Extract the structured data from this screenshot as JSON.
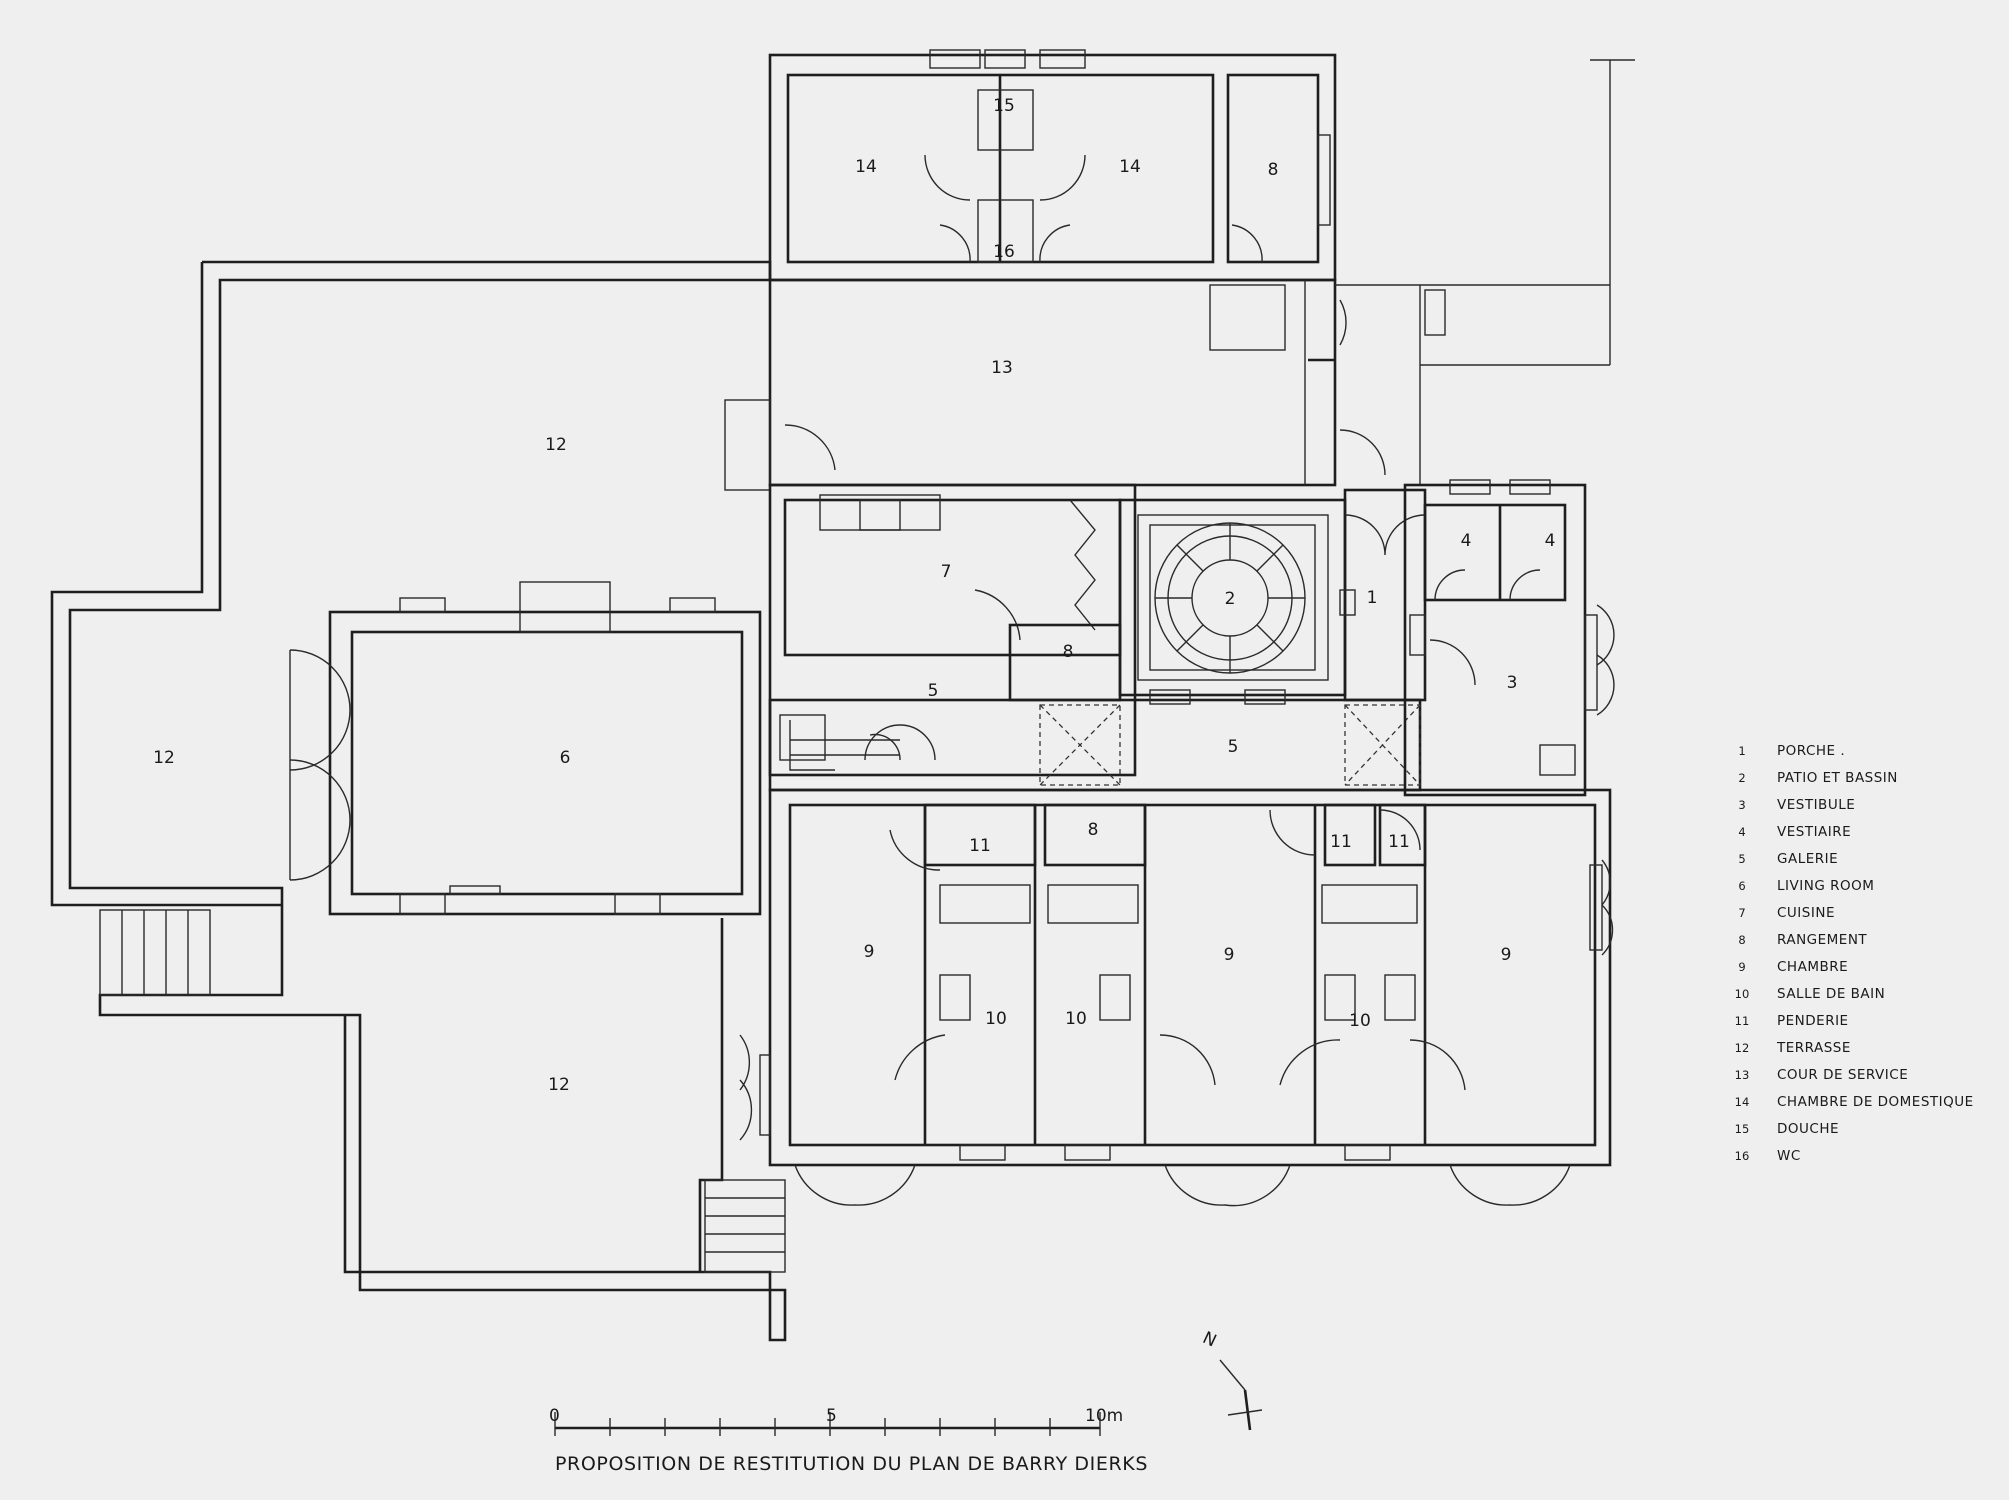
{
  "rooms": {
    "r1": "1",
    "r2": "2",
    "r3": "3",
    "r4a": "4",
    "r4b": "4",
    "r5a": "5",
    "r5b": "5",
    "r6": "6",
    "r7": "7",
    "r8a": "8",
    "r8b": "8",
    "r8c": "8",
    "r9a": "9",
    "r9b": "9",
    "r9c": "9",
    "r10a": "10",
    "r10b": "10",
    "r10c": "10",
    "r11a": "11",
    "r11b": "11",
    "r11c": "11",
    "r12a": "12",
    "r12b": "12",
    "r12c": "12",
    "r13": "13",
    "r14a": "14",
    "r14b": "14",
    "r15": "15",
    "r16": "16"
  },
  "legend": [
    {
      "num": "1",
      "label": "PORCHE ."
    },
    {
      "num": "2",
      "label": "PATIO ET BASSIN"
    },
    {
      "num": "3",
      "label": "VESTIBULE"
    },
    {
      "num": "4",
      "label": "VESTIAIRE"
    },
    {
      "num": "5",
      "label": "GALERIE"
    },
    {
      "num": "6",
      "label": "LIVING ROOM"
    },
    {
      "num": "7",
      "label": "CUISINE"
    },
    {
      "num": "8",
      "label": "RANGEMENT"
    },
    {
      "num": "9",
      "label": "CHAMBRE"
    },
    {
      "num": "10",
      "label": "SALLE DE BAIN"
    },
    {
      "num": "11",
      "label": "PENDERIE"
    },
    {
      "num": "12",
      "label": "TERRASSE"
    },
    {
      "num": "13",
      "label": "COUR DE SERVICE"
    },
    {
      "num": "14",
      "label": "CHAMBRE DE DOMESTIQUE"
    },
    {
      "num": "15",
      "label": "DOUCHE"
    },
    {
      "num": "16",
      "label": "WC"
    }
  ],
  "scale": {
    "zero": "0",
    "five": "5",
    "ten": "10m"
  },
  "caption": "PROPOSITION DE RESTITUTION DU PLAN DE BARRY DIERKS",
  "north": "N",
  "colors": {
    "ink": "#1e1e1e",
    "paper": "#efefef"
  }
}
